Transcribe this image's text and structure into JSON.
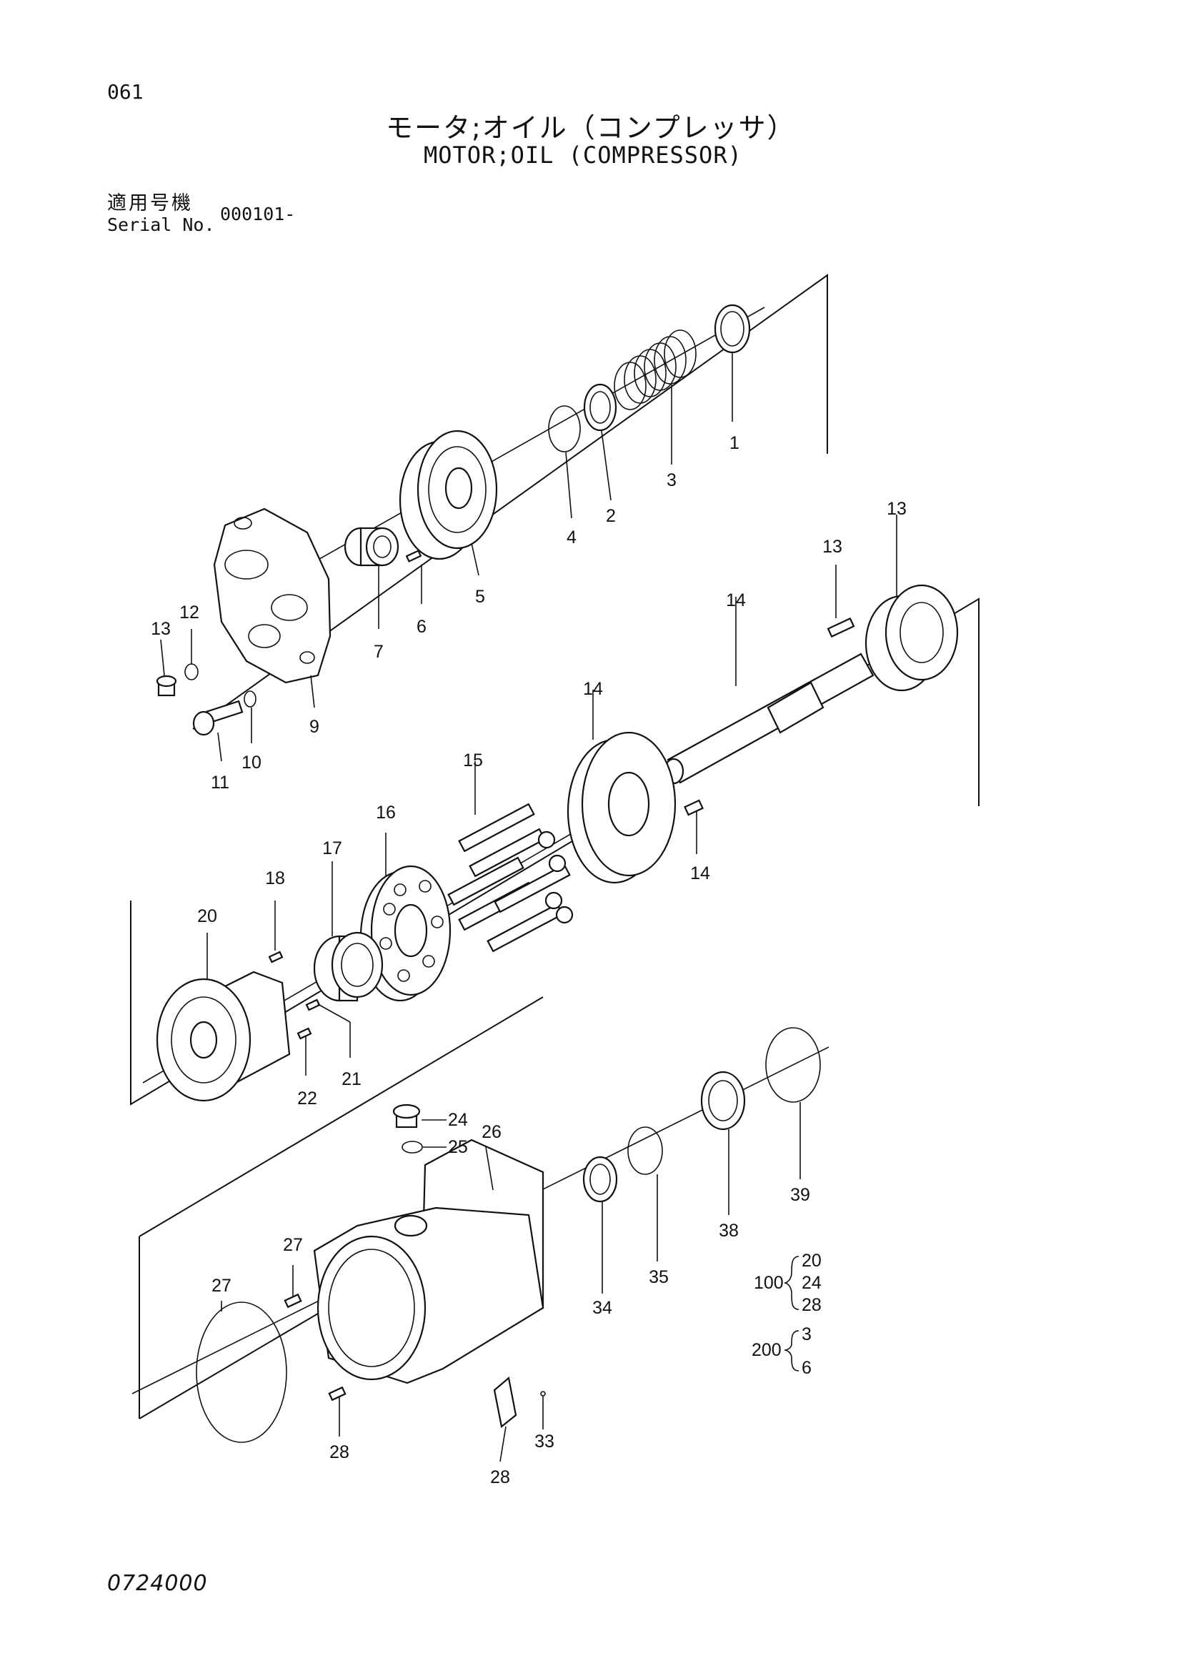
{
  "page_number": "061",
  "title": {
    "japanese": "モータ;オイル（コンプレッサ）",
    "english": "MOTOR;OIL (COMPRESSOR)"
  },
  "serial": {
    "label_japanese": "適用号機",
    "label_english": "Serial No.",
    "value": "000101-"
  },
  "document_code": "0724000",
  "part_callouts": [
    "1",
    "2",
    "3",
    "4",
    "5",
    "6",
    "7",
    "9",
    "10",
    "11",
    "12",
    "13",
    "13",
    "13",
    "14",
    "14",
    "14",
    "15",
    "16",
    "17",
    "18",
    "20",
    "21",
    "22",
    "24",
    "25",
    "26",
    "27",
    "27",
    "28",
    "28",
    "33",
    "34",
    "35",
    "38",
    "39"
  ],
  "kits": [
    {
      "number": "100",
      "contents": [
        "20",
        "24",
        "28"
      ]
    },
    {
      "number": "200",
      "contents": [
        "3",
        "6"
      ]
    }
  ]
}
